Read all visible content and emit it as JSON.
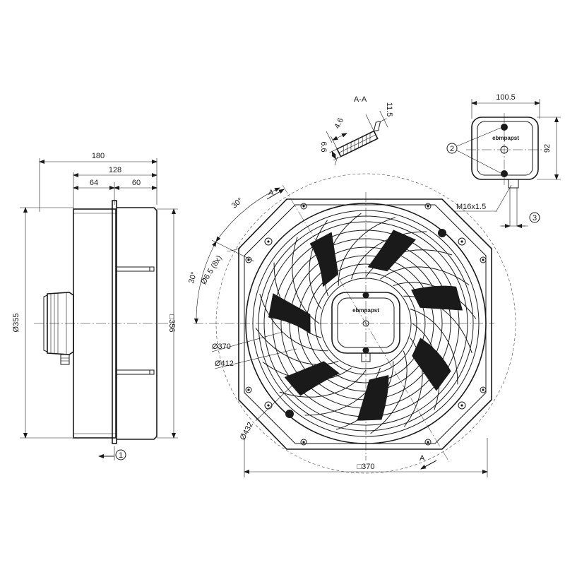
{
  "drawing": {
    "section_label": "A-A",
    "cut_marker": "A",
    "brand": "ebmpapst",
    "dims": {
      "overall_depth": "180",
      "body_depth": "128",
      "depth_left": "64",
      "depth_right": "60",
      "side_diameter": "Ø355",
      "side_square": "□356",
      "angle_top": "30°",
      "angle_left": "30°",
      "holes": "Ø6.5 (8x)",
      "d370": "Ø370",
      "d412": "Ø412",
      "d432": "Ø432",
      "front_square": "□370",
      "box_width": "100.5",
      "box_height": "92",
      "gland": "M16x1.5",
      "sec_4_6": "4.6",
      "sec_11_5": "11.5",
      "sec_6_6": "6.6"
    },
    "callouts": {
      "c1": "1",
      "c2": "2",
      "c3": "3"
    }
  }
}
